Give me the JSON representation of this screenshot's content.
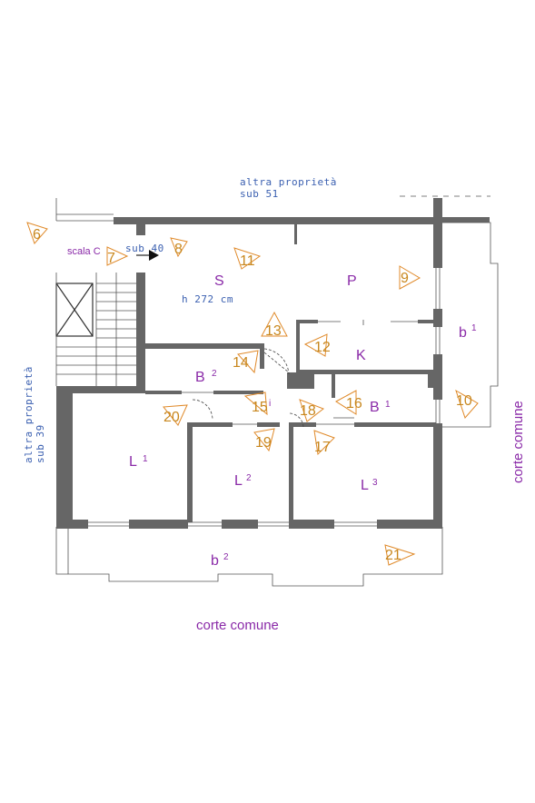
{
  "labels": {
    "top_line1": "altra proprietà",
    "top_line2": "sub 51",
    "left_line1": "altra proprietà",
    "left_line2": "sub 39",
    "scala": "scala C",
    "sub40": "sub 40",
    "height": "h 272 cm",
    "corte_right": "corte comune",
    "corte_bottom": "corte comune"
  },
  "rooms": {
    "S": "S",
    "P": "P",
    "K": "K",
    "B2": "B",
    "B2_sub": "2",
    "B1": "B",
    "B1_sub": "1",
    "L1": "L",
    "L1_sub": "1",
    "L2": "L",
    "L2_sub": "2",
    "L3": "L",
    "L3_sub": "3",
    "b1": "b",
    "b1_sub": "1",
    "b2": "b",
    "b2_sub": "2"
  },
  "markers": [
    "6",
    "7",
    "8",
    "9",
    "10",
    "11",
    "12",
    "13",
    "14",
    "15",
    "16",
    "17",
    "18",
    "19",
    "20",
    "21"
  ],
  "marker_extra": {
    "15": "i"
  },
  "colors": {
    "wall": "#666666",
    "room_label": "#8a2aa8",
    "marker": "#c8871e",
    "cad_text": "#3a5fb0"
  }
}
